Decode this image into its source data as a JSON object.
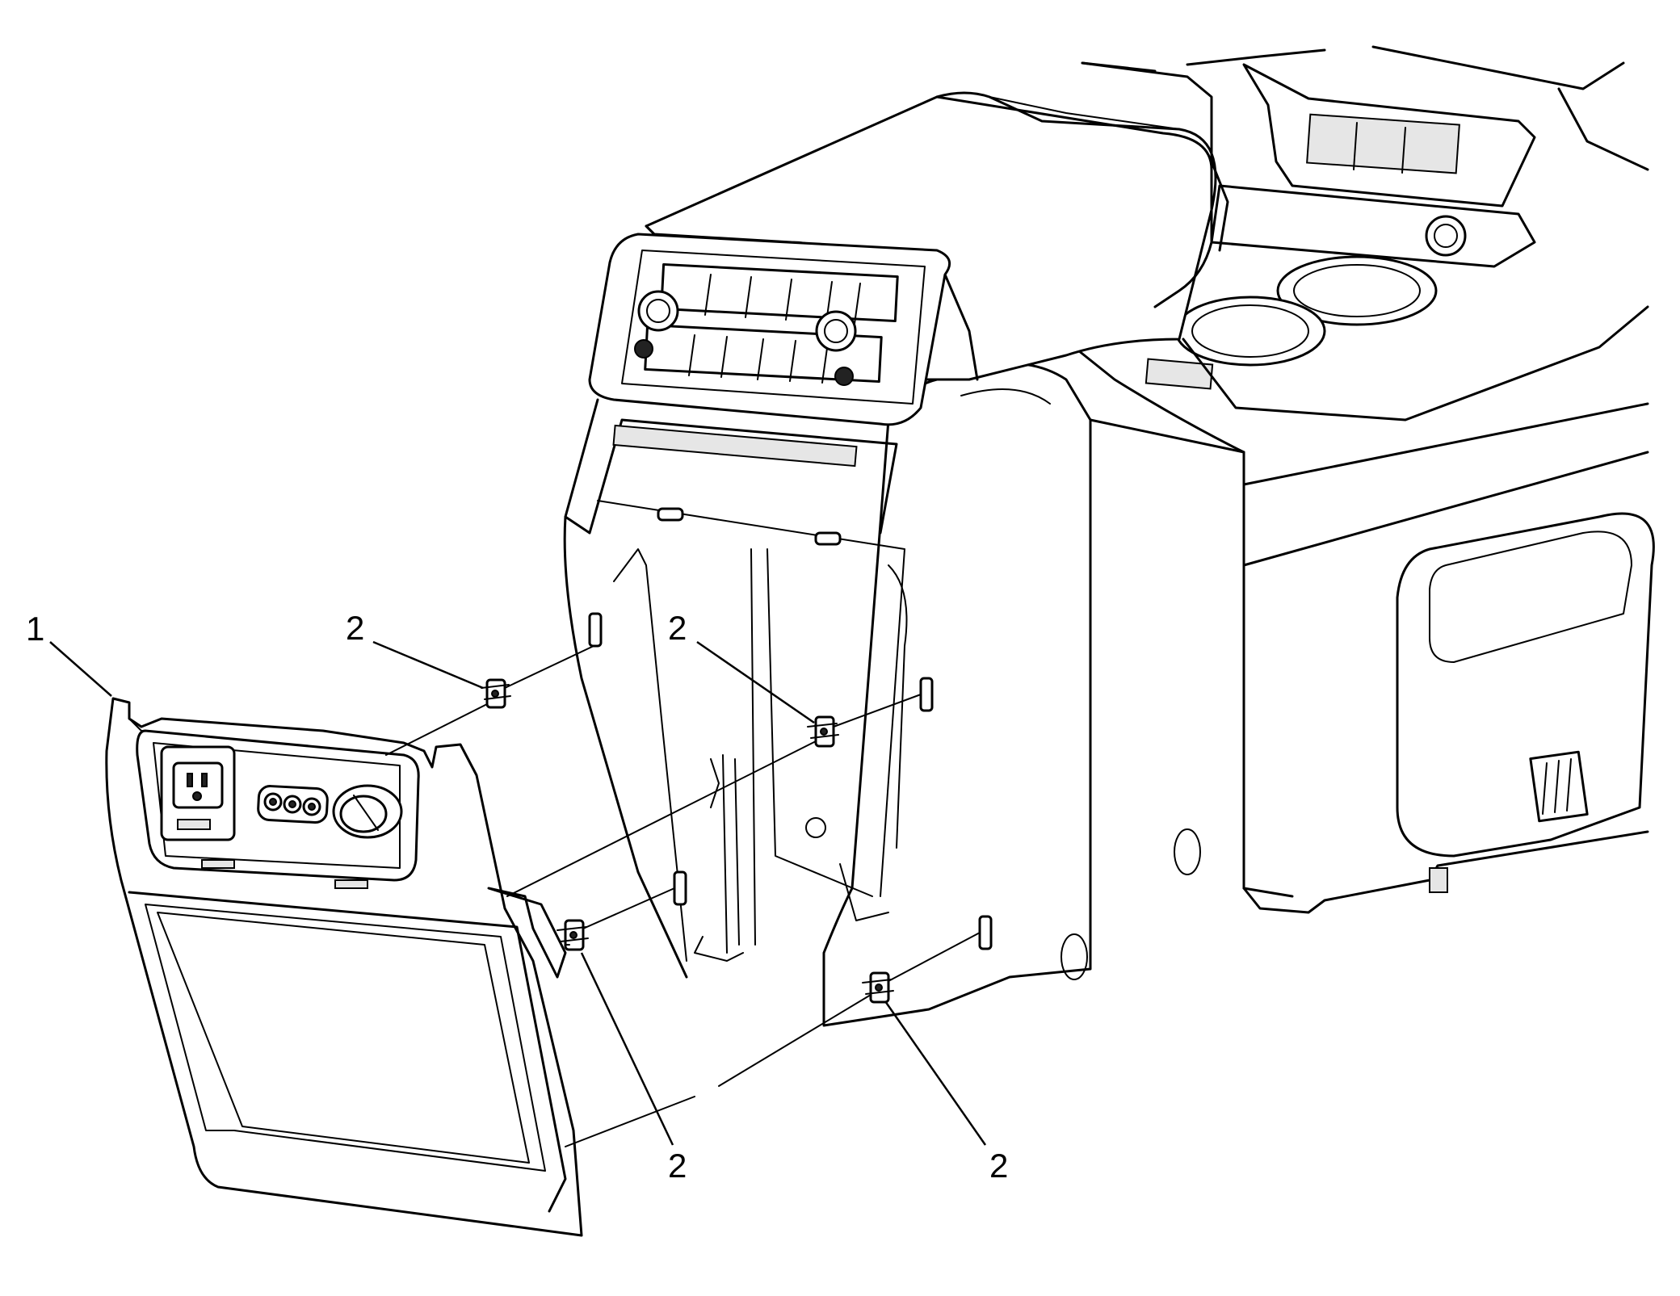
{
  "callouts": {
    "part_1": "1",
    "clip_a": "2",
    "clip_b": "2",
    "clip_c": "2",
    "clip_d": "2"
  }
}
